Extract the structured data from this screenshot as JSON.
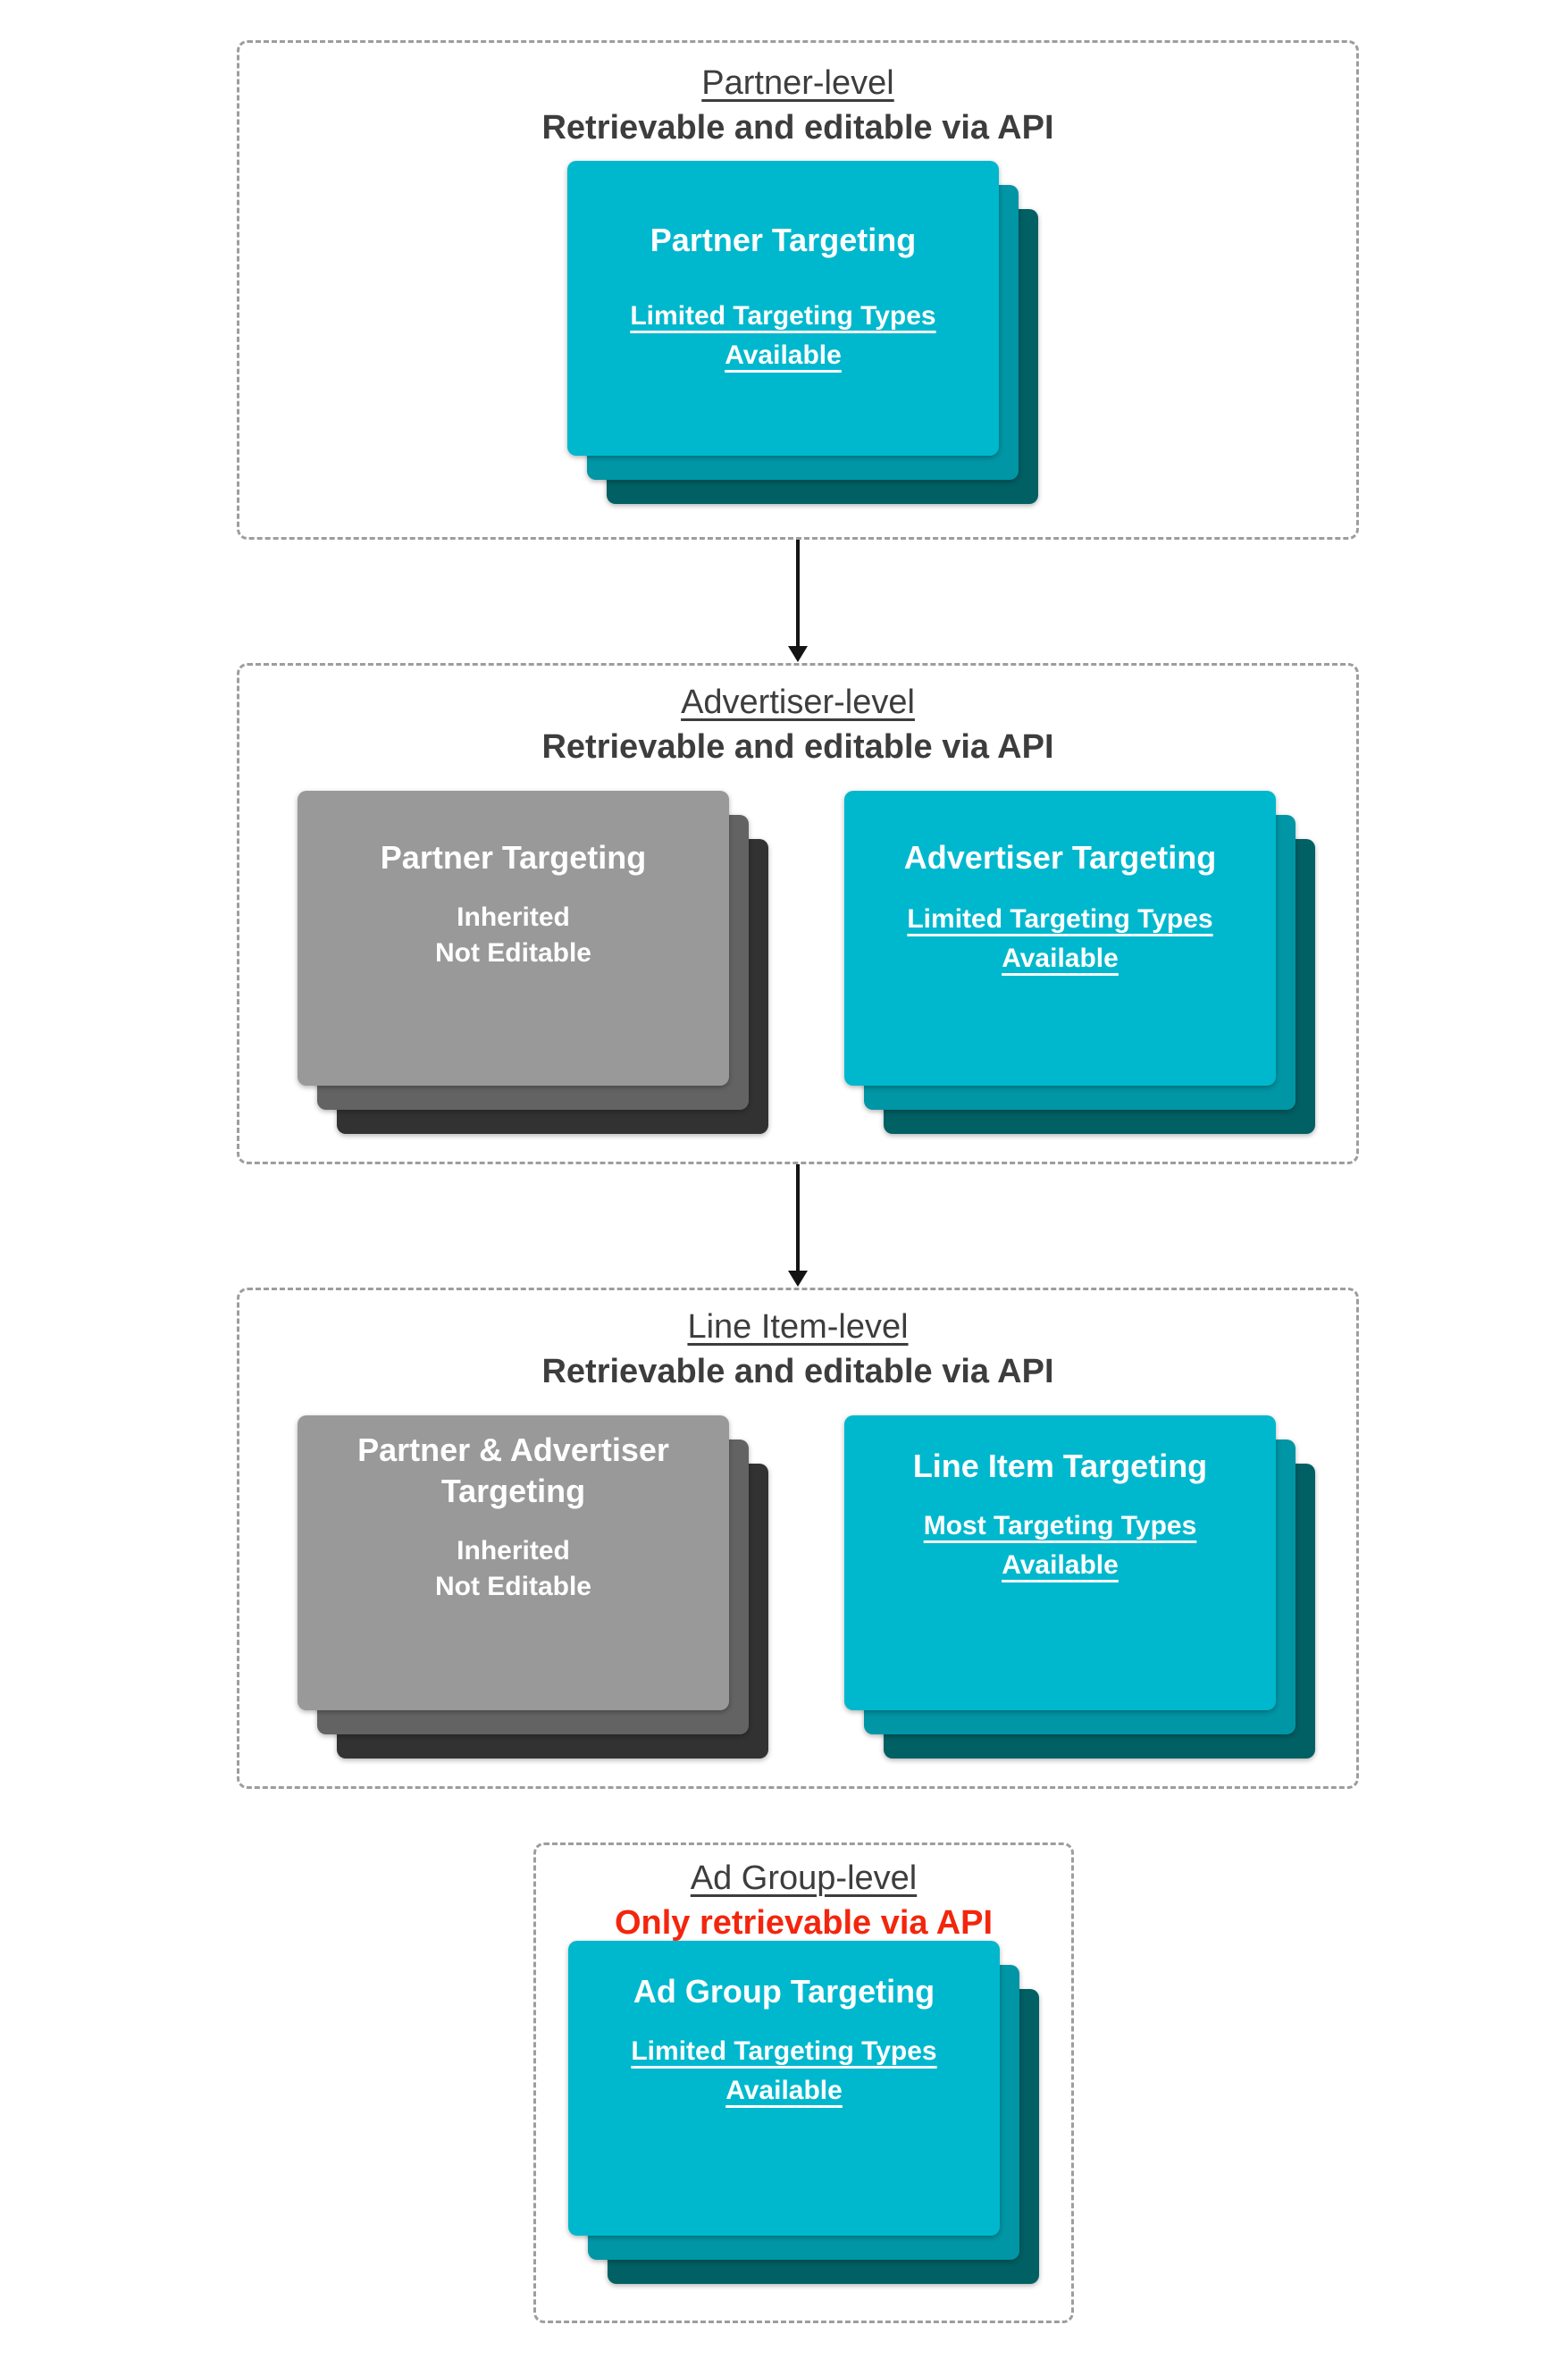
{
  "diagram_type": "targeting-hierarchy-flowchart",
  "colors": {
    "card_teal": "#00b8ce",
    "card_teal_middle": "#0096a5",
    "card_teal_dark": "#006064",
    "card_gray": "#999999",
    "card_gray_middle": "#636363",
    "card_gray_dark": "#323232",
    "heading_text": "#3d3d3d",
    "warning_red": "#f3260d",
    "dashed_border": "#9d9d9d",
    "arrow_black": "#141414",
    "card_text": "#ffffff"
  },
  "sections": [
    {
      "title": "Partner-level",
      "subtitle": "Retrievable and editable via API",
      "cards": [
        {
          "style": "teal",
          "title_lines": [
            "Partner Targeting"
          ],
          "sub_lines": [
            "Limited Targeting Types",
            "Available"
          ]
        }
      ]
    },
    {
      "title": "Advertiser-level",
      "subtitle": "Retrievable and editable via API",
      "cards": [
        {
          "style": "gray",
          "title_lines": [
            "Partner Targeting"
          ],
          "body_lines": [
            "Inherited",
            "Not Editable"
          ]
        },
        {
          "style": "teal",
          "title_lines": [
            "Advertiser Targeting"
          ],
          "sub_lines": [
            "Limited Targeting Types",
            "Available"
          ]
        }
      ]
    },
    {
      "title": "Line Item-level",
      "subtitle": "Retrievable and editable via API",
      "cards": [
        {
          "style": "gray",
          "title_lines": [
            "Partner & Advertiser",
            "Targeting"
          ],
          "body_lines": [
            "Inherited",
            "Not Editable"
          ]
        },
        {
          "style": "teal",
          "title_lines": [
            "Line Item Targeting"
          ],
          "sub_lines": [
            "Most Targeting Types",
            "Available"
          ]
        }
      ]
    },
    {
      "title": "Ad Group-level",
      "subtitle": "Only retrievable via API",
      "cards": [
        {
          "style": "teal",
          "title_lines": [
            "Ad Group Targeting"
          ],
          "sub_lines": [
            "Limited Targeting Types",
            "Available"
          ]
        }
      ]
    }
  ]
}
